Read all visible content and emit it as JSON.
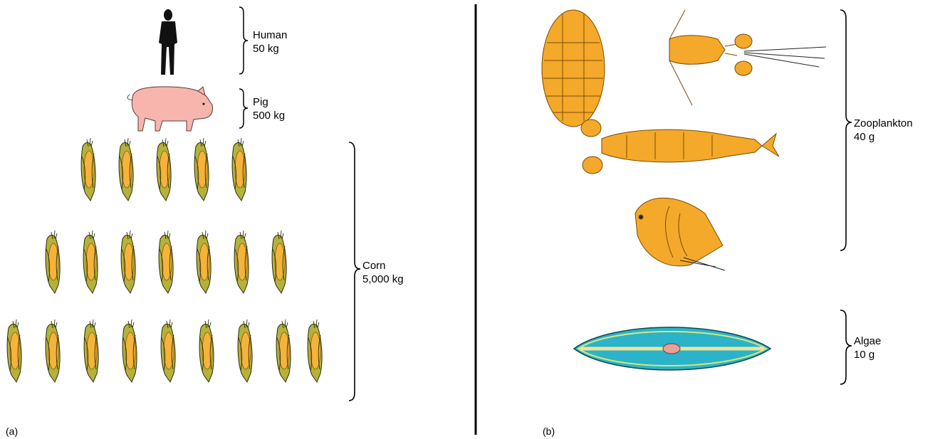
{
  "panels": [
    {
      "id": "a",
      "panel_label": "(a)",
      "levels": [
        {
          "name": "Human",
          "mass": "50 kg",
          "organism": "human-silhouette",
          "count": 1
        },
        {
          "name": "Pig",
          "mass": "500 kg",
          "organism": "pig",
          "count": 1
        },
        {
          "name": "Corn",
          "mass": "5,000 kg",
          "organism": "corn-ear",
          "count": 21
        }
      ]
    },
    {
      "id": "b",
      "panel_label": "(b)",
      "levels": [
        {
          "name": "Zooplankton",
          "mass": "40 g",
          "organism": "zooplankton",
          "count": 4
        },
        {
          "name": "Algae",
          "mass": "10 g",
          "organism": "diatom",
          "count": 1
        }
      ]
    }
  ],
  "colors": {
    "human": "#111111",
    "pig": "#f7b5ad",
    "corn_husk": "#b3b23a",
    "corn_kernel": "#f6b33a",
    "zooplankton": "#f4a92a",
    "diatom": "#2bb3c9",
    "divider": "#000000"
  }
}
